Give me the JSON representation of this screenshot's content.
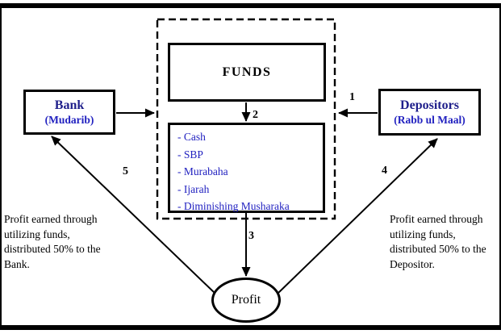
{
  "figure": {
    "bank": {
      "title": "Bank",
      "subtitle": "(Mudarib)"
    },
    "depositors": {
      "title": "Depositors",
      "subtitle": "(Rabb ul Maal)"
    },
    "funds": {
      "title": "FUNDS"
    },
    "instruments": [
      "- Cash",
      "- SBP",
      "- Murabaha",
      "- Ijarah",
      "- Diminishing Musharaka"
    ],
    "profit": {
      "label": "Profit"
    },
    "flow_numbers": [
      "1",
      "2",
      "3",
      "4",
      "5"
    ],
    "left_note": {
      "lines": [
        "Profit earned through",
        "utilizing funds,",
        "distributed 50% to the",
        "Bank."
      ]
    },
    "right_note": {
      "lines": [
        "Profit earned through",
        "utilizing funds,",
        "distributed 50% to the",
        "Depositor."
      ]
    }
  },
  "colors": {
    "title-navy": "#1f1f8b",
    "accent-blue": "#2222c0",
    "line-black": "#000000"
  }
}
